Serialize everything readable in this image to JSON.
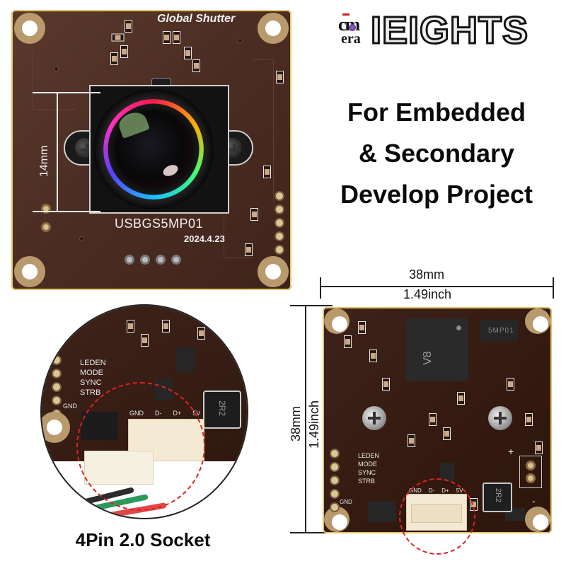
{
  "brand": {
    "mark_top": "cm",
    "mark_bottom": "era",
    "wordmark": "IEIGHTS",
    "accent_color": "#d0202a"
  },
  "headline": {
    "lines": [
      "For Embedded",
      "& Secondary",
      "Develop Project"
    ]
  },
  "front_board": {
    "silkscreen_title": "Global Shutter",
    "model": "USBGS5MP01",
    "date": "2024.4.23",
    "lens_dimension": "14mm"
  },
  "back_board": {
    "width_mm": "38mm",
    "width_inch": "1.49inch",
    "height_mm": "38mm",
    "height_inch": "1.49inch",
    "main_ic_marking": "V8",
    "flash_ic_marking": "5MP01",
    "inductor_marking": "2R2",
    "header_labels": [
      "LEDEN",
      "MODE",
      "SYNC",
      "STRB",
      "GND"
    ],
    "connector_labels": [
      "GND",
      "D-",
      "D+",
      "5V"
    ],
    "polarity_plus": "+",
    "polarity_minus": "-"
  },
  "zoom_view": {
    "header_labels": [
      "LEDEN",
      "MODE",
      "SYNC",
      "STRB",
      "GND"
    ],
    "connector_labels": [
      "GND",
      "D-",
      "D+",
      "5V"
    ],
    "inductor_marking": "2R2",
    "wire_colors": [
      "#2b2b2b",
      "#2a9a5a",
      "#e04848"
    ],
    "caption": "4Pin 2.0 Socket"
  },
  "colors": {
    "pcb_brown": "#4b2c22",
    "mount_pad": "#b89a6c",
    "dashed_circle": "#d22222"
  }
}
